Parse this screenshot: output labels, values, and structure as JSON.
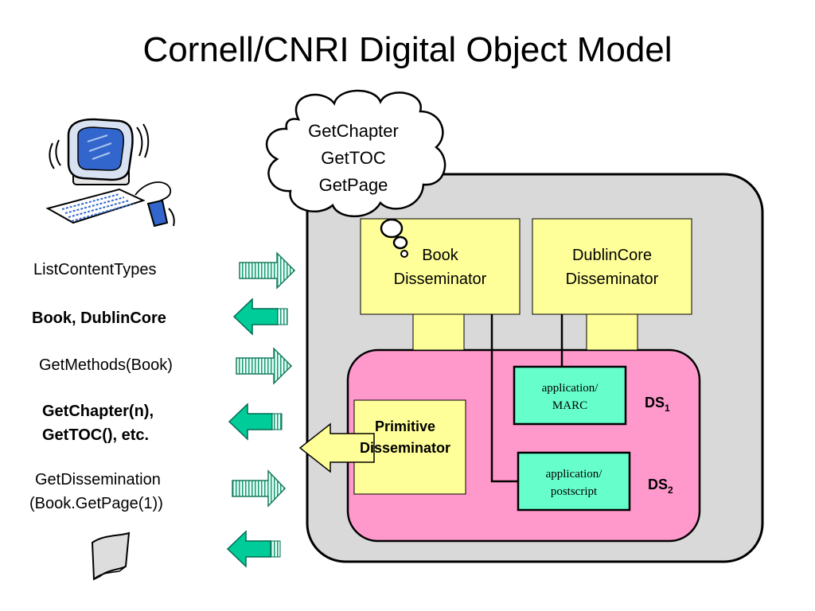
{
  "title": "Cornell/CNRI Digital Object Model",
  "thought_bubble": {
    "lines": [
      "GetChapter",
      "GetTOC",
      "GetPage"
    ]
  },
  "book_disseminator": {
    "lines": [
      "Book",
      "Disseminator"
    ]
  },
  "dublincore_disseminator": {
    "lines": [
      "DublinCore",
      "Disseminator"
    ]
  },
  "primitive_disseminator": {
    "lines": [
      "Primitive",
      "Disseminator"
    ]
  },
  "datastream_1": {
    "mime_lines": [
      "application/",
      "MARC"
    ],
    "label": "DS",
    "sub": "1"
  },
  "datastream_2": {
    "mime_lines": [
      "application/",
      "postscript"
    ],
    "label": "DS",
    "sub": "2"
  },
  "interactions": [
    {
      "text_lines": [
        "ListContentTypes"
      ],
      "direction": "request"
    },
    {
      "text_lines": [
        "Book, DublinCore"
      ],
      "direction": "response"
    },
    {
      "text_lines": [
        "GetMethods(Book)"
      ],
      "direction": "request"
    },
    {
      "text_lines": [
        "GetChapter(n),",
        "GetTOC(), etc."
      ],
      "direction": "response"
    },
    {
      "text_lines": [
        "GetDissemination",
        "(Book.GetPage(1))"
      ],
      "direction": "request"
    },
    {
      "text_lines": [],
      "direction": "response"
    }
  ],
  "colors": {
    "outer_box": "#d9d9d9",
    "datastream_region": "#ff99cc",
    "disseminator": "#ffff99",
    "datastream": "#66ffcc",
    "response_arrow": "#00cc99",
    "request_arrow": "#ccffee",
    "monitor_screen": "#3366cc"
  },
  "icons": {
    "computer": "computer-icon",
    "document": "document-icon"
  }
}
